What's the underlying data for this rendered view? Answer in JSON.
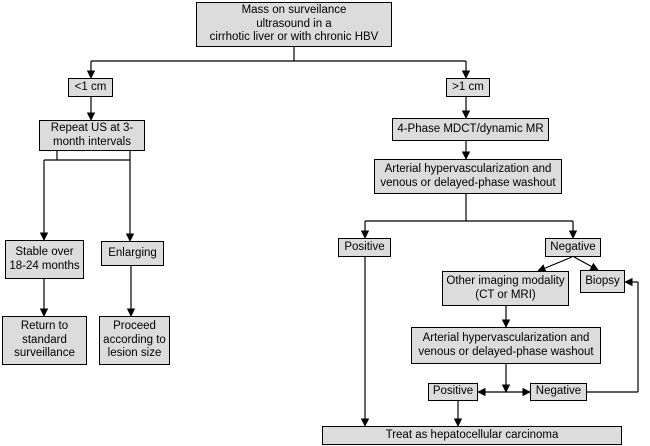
{
  "nodes": {
    "start": "Mass on surveilance\nultrasound in a\ncirrhotic liver or with chronic HBV",
    "lt1": "<1 cm",
    "gt1": ">1 cm",
    "repeat_us": "Repeat US at 3-\nmonth intervals",
    "mdct": "4-Phase MDCT/dynamic MR",
    "arterial1": "Arterial hypervascularization and\nvenous or delayed-phase washout",
    "stable": "Stable over\n18-24 months",
    "enlarging": "Enlarging",
    "positive1": "Positive",
    "negative1": "Negative",
    "other_imaging": "Other imaging modality\n(CT or MRI)",
    "biopsy": "Biopsy",
    "return_surv": "Return to\nstandard\nsurveillance",
    "proceed": "Proceed\naccording to\nlesion size",
    "arterial2": "Arterial hypervascularization and\nvenous or delayed-phase washout",
    "positive2": "Positive",
    "negative2": "Negative",
    "treat": "Treat as hepatocellular carcinoma"
  }
}
